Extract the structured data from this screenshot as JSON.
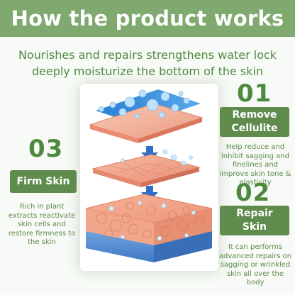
{
  "header": {
    "title": "How the product works"
  },
  "subtitle": {
    "line1": "Nourishes and repairs strengthens water lock",
    "line2": "deeply moisturize the bottom of the skin"
  },
  "steps": [
    {
      "number": "01",
      "label_line1": "Remove",
      "label_line2": "Cellulite",
      "description": "Help reduce and inhibit sagging and finelines and improve skin tone & elasticity"
    },
    {
      "number": "02",
      "label_line1": "Repair",
      "label_line2": "Skin",
      "description": "It can performs advanced repairs on sagging or wrinkled skin all over the body"
    },
    {
      "number": "03",
      "label_line1": "Firm Skin",
      "description": "Rich in plant extracts reactivate skin cells and restore firmness to the skin"
    }
  ],
  "colors": {
    "header_bg": "#7fa96e",
    "accent_green": "#4e8a3d",
    "tag_bg": "#5f8c4c",
    "water_blue": "#3d8fd8",
    "skin_pink": "#f0a48a",
    "tissue_blue": "#5f95d6"
  },
  "icons": [
    "water-drop-icon",
    "down-arrow-icon"
  ]
}
